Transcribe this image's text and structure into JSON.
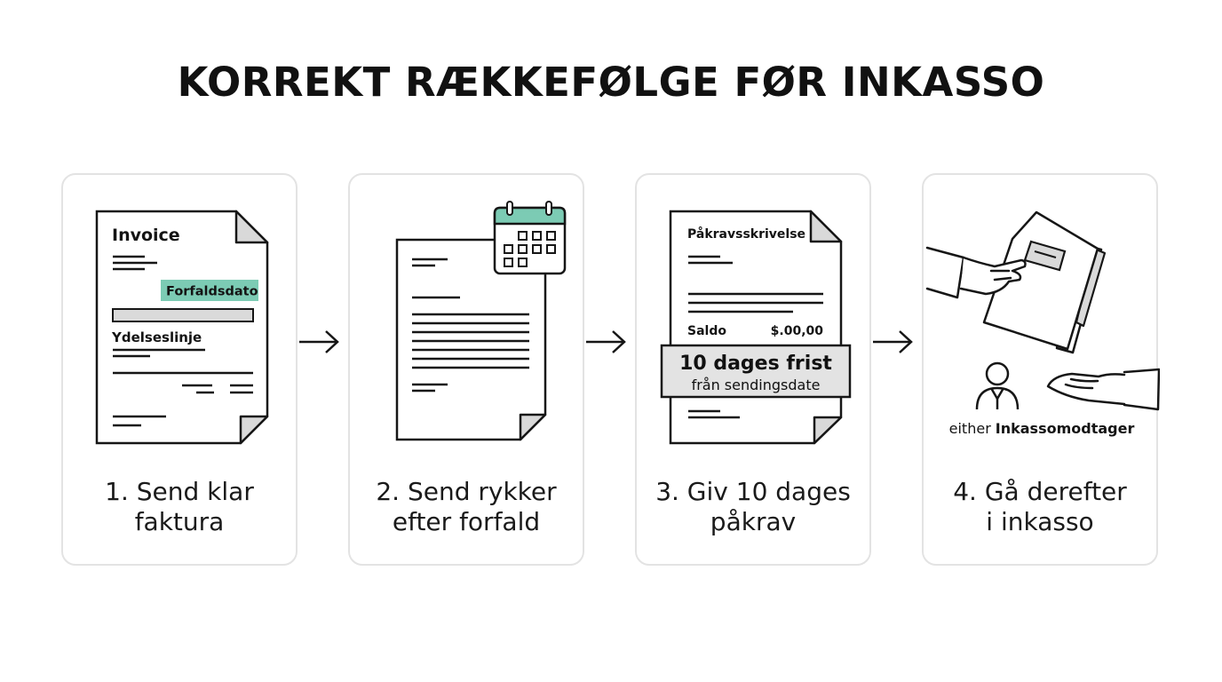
{
  "title": "KORREKT RÆKKEFØLGE FØR INKASSO",
  "accent_color": "#7ccbb4",
  "steps": [
    {
      "caption_line1": "1. Send klar",
      "caption_line2": "faktura",
      "doc_title": "Invoice",
      "highlight_label": "Forfaldsdato",
      "line_label": "Ydelseslinje"
    },
    {
      "caption_line1": "2. Send rykker",
      "caption_line2": "efter forfald",
      "icon": "calendar-icon"
    },
    {
      "caption_line1": "3. Giv 10 dages",
      "caption_line2": "påkrav",
      "doc_title": "Påkravsskrivelse",
      "balance_label": "Saldo",
      "balance_value": "$.00,00",
      "deadline_main": "10 dages frist",
      "deadline_sub": "från sendingsdate"
    },
    {
      "caption_line1": "4. Gå derefter",
      "caption_line2": "i inkasso",
      "recipient_prefix": "either",
      "recipient_label": "Inkassomodtager"
    }
  ]
}
